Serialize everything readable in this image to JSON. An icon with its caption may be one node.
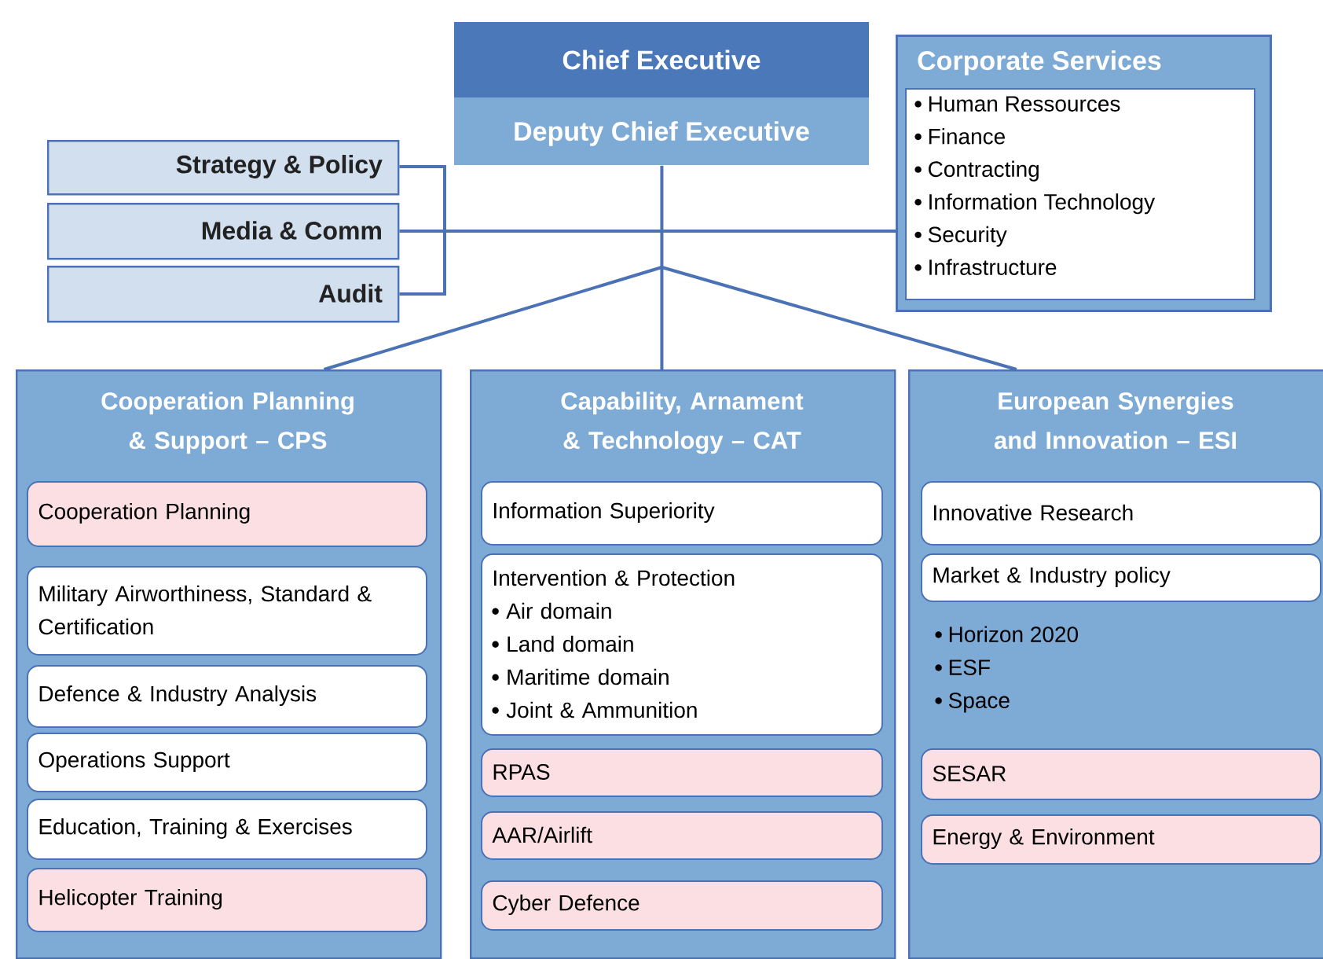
{
  "diagram": {
    "nodes": [
      {
        "text": [
          "Chief Executive",
          "Deputy Chief Executive"
        ]
      },
      {
        "text": [
          "Corporate Services"
        ]
      },
      {
        "text": [
          "Human Ressources",
          "Finance",
          "Contracting",
          "Information Technology",
          "Security",
          "Infrastructure"
        ],
        "in": 1
      },
      {
        "text": [
          "Strategy & Policy"
        ]
      },
      {
        "text": [
          "Media & Comm"
        ]
      },
      {
        "text": [
          "Audit"
        ]
      },
      {
        "text": [
          "Cooperation Planning & Support – CPS"
        ]
      },
      {
        "text": [
          "Cooperation Planning"
        ],
        "in": 6
      },
      {
        "text": [
          "Military Airworthiness, Standard & Certification"
        ],
        "in": 6
      },
      {
        "text": [
          "Defence & Industry Analysis"
        ],
        "in": 6
      },
      {
        "text": [
          "Operations Support"
        ],
        "in": 6
      },
      {
        "text": [
          "Education, Training & Exercises"
        ],
        "in": 6
      },
      {
        "text": [
          "Helicopter Training"
        ],
        "in": 6
      },
      {
        "text": [
          "Capability, Arnament & Technology – CAT"
        ]
      },
      {
        "text": [
          "Information Superiority"
        ],
        "in": 13
      },
      {
        "text": [
          "Intervention & Protection",
          "Air domain",
          "Land domain",
          "Maritime domain",
          "Joint & Ammunition"
        ],
        "in": 13
      },
      {
        "text": [
          "RPAS"
        ],
        "in": 13
      },
      {
        "text": [
          "AAR/Airlift"
        ],
        "in": 13
      },
      {
        "text": [
          "Cyber Defence"
        ],
        "in": 13
      },
      {
        "text": [
          "European Synergies and Innovation – ESI",
          "Horizon 2020",
          "ESF",
          "Space"
        ]
      },
      {
        "text": [
          "Innovative Research"
        ],
        "in": 19
      },
      {
        "text": [
          "Market & Industry policy"
        ],
        "in": 19
      },
      {
        "text": [
          "SESAR"
        ],
        "in": 19
      },
      {
        "text": [
          "Energy & Environment"
        ],
        "in": 19
      }
    ],
    "edges": [
      {
        "from": 0,
        "to": 13,
        "arrow": "none"
      },
      {
        "from": 0,
        "to": 6,
        "arrow": "none"
      },
      {
        "from": 0,
        "to": 19,
        "arrow": "none"
      },
      {
        "from": 0,
        "to": 1,
        "arrow": "none"
      },
      {
        "from": 0,
        "to": 4,
        "arrow": "none"
      },
      {
        "from": 0,
        "to": 3,
        "arrow": "none"
      },
      {
        "from": 0,
        "to": 5,
        "arrow": "none"
      }
    ]
  }
}
